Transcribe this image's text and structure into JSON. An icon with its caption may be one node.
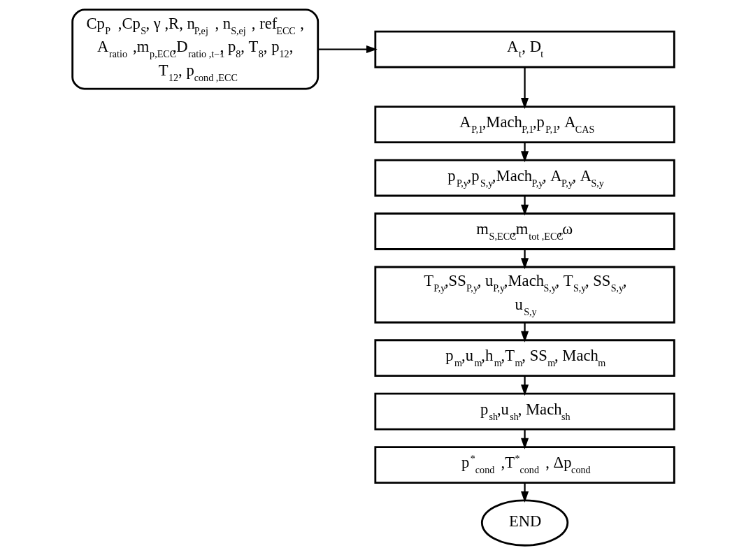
{
  "diagram": {
    "nodes": [
      {
        "text": [
          "Cp$_{P}$ ,Cp$_{S}$, γ ,R, n$_{P,ej}$ , n$_{S,ej}$ , ref$_{ECC}$ , A$_{ratio}$ ,m$_{p,ECC}$,D$_{ratio ,t−1}$, p$_{8}$, T$_{8}$, p$_{12}$, T$_{12}$, p$_{cond ,ECC}$"
        ]
      },
      {
        "text": [
          "A$_{t}$, D$_{t}$"
        ]
      },
      {
        "text": [
          "A$_{P,1}$,Mach$_{P,1}$,p$_{P,1}$, A$_{CAS}$"
        ]
      },
      {
        "text": [
          "p$_{P,y}$,p$_{S,y}$,Mach$_{P,y}$, A$_{P,y}$, A$_{S,y}$"
        ]
      },
      {
        "text": [
          "m$_{S,ECC}$,m$_{tot ,ECC}$,ω"
        ]
      },
      {
        "text": [
          "T$_{P,y}$,SS$_{P,y}$, u$_{P,y}$,Mach$_{S,y}$, T$_{S,y}$, SS$_{S,y}$, u$_{S,y}$"
        ]
      },
      {
        "text": [
          "p$_{m}$,u$_{m}$,h$_{m}$,T$_{m}$, SS$_{m}$, Mach$_{m}$"
        ]
      },
      {
        "text": [
          "p$_{sh}$,u$_{sh}$, Mach$_{sh}$"
        ]
      },
      {
        "text": [
          "p$^{*}$$_{cond}$ ,T$^{*}$$_{cond}$ , Δp$_{cond}$"
        ]
      },
      {
        "text": [
          "END"
        ]
      }
    ],
    "edges": [
      {
        "from": 0,
        "to": 1,
        "arrow": "to"
      },
      {
        "from": 1,
        "to": 2,
        "arrow": "to"
      },
      {
        "from": 2,
        "to": 3,
        "arrow": "to"
      },
      {
        "from": 3,
        "to": 4,
        "arrow": "to"
      },
      {
        "from": 4,
        "to": 5,
        "arrow": "to"
      },
      {
        "from": 5,
        "to": 6,
        "arrow": "to"
      },
      {
        "from": 6,
        "to": 7,
        "arrow": "to"
      },
      {
        "from": 7,
        "to": 8,
        "arrow": "to"
      },
      {
        "from": 8,
        "to": 9,
        "arrow": "to"
      }
    ]
  }
}
